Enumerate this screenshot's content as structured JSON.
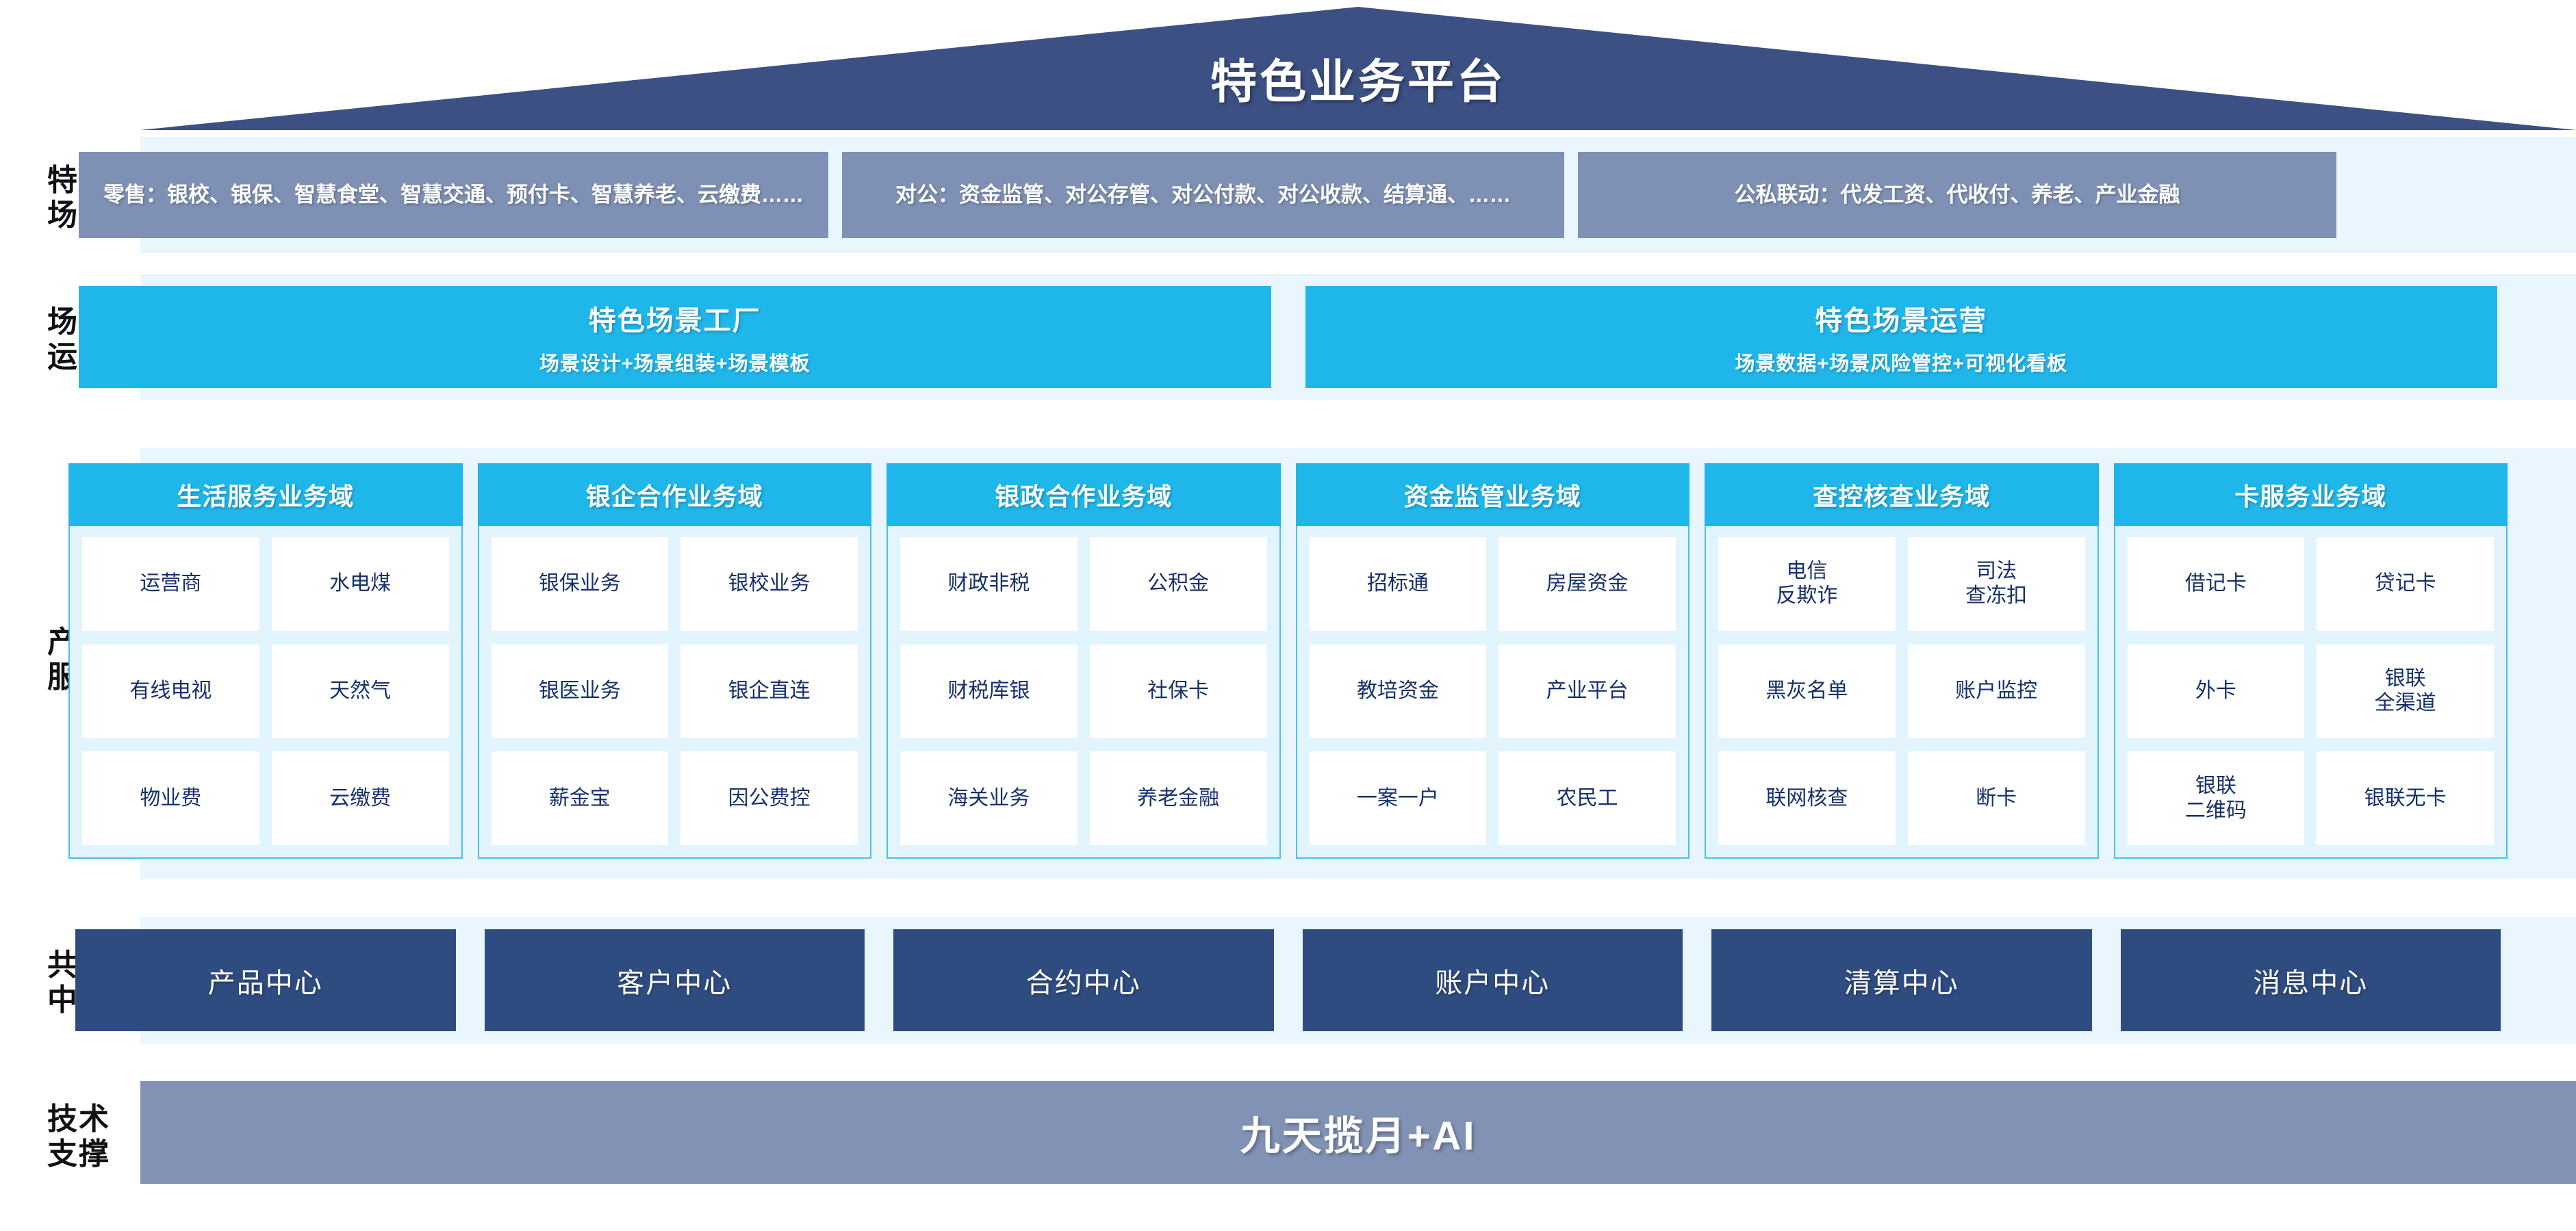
{
  "header": {
    "title": "特色业务平台"
  },
  "rows": {
    "scenarios": {
      "label": "特色\n场景",
      "items": [
        {
          "text": "零售：银校、银保、智慧食堂、智慧交通、预付卡、智慧养老、云缴费……"
        },
        {
          "text": "对公：资金监管、对公存管、对公付款、对公收款、结算通、……"
        },
        {
          "text": "公私联动：代发工资、代收付、养老、产业金融"
        }
      ]
    },
    "operations": {
      "label": "场景\n运营",
      "items": [
        {
          "title": "特色场景工厂",
          "subtitle": "场景设计+场景组装+场景模板"
        },
        {
          "title": "特色场景运营",
          "subtitle": "场景数据+场景风险管控+可视化看板"
        }
      ]
    },
    "products": {
      "label": "产品\n服务",
      "domains": [
        {
          "title": "生活服务业务域",
          "cells": [
            "运营商",
            "水电煤",
            "有线电视",
            "天然气",
            "物业费",
            "云缴费"
          ]
        },
        {
          "title": "银企合作业务域",
          "cells": [
            "银保业务",
            "银校业务",
            "银医业务",
            "银企直连",
            "薪金宝",
            "因公费控"
          ]
        },
        {
          "title": "银政合作业务域",
          "cells": [
            "财政非税",
            "公积金",
            "财税库银",
            "社保卡",
            "海关业务",
            "养老金融"
          ]
        },
        {
          "title": "资金监管业务域",
          "cells": [
            "招标通",
            "房屋资金",
            "教培资金",
            "产业平台",
            "一案一户",
            "农民工"
          ]
        },
        {
          "title": "查控核查业务域",
          "cells": [
            "电信\n反欺诈",
            "司法\n查冻扣",
            "黑灰名单",
            "账户监控",
            "联网核查",
            "断卡"
          ]
        },
        {
          "title": "卡服务业务域",
          "cells": [
            "借记卡",
            "贷记卡",
            "外卡",
            "银联\n全渠道",
            "银联\n二维码",
            "银联无卡"
          ]
        }
      ]
    },
    "centers": {
      "label": "共享\n中心",
      "items": [
        "产品中心",
        "客户中心",
        "合约中心",
        "账户中心",
        "清算中心",
        "消息中心"
      ]
    },
    "tech": {
      "label": "技术\n支撑",
      "bar_text": "九天揽月+AI"
    }
  },
  "colors": {
    "roof_navy": "#3c5084",
    "panel_bg": "#e9f6fd",
    "scenario_slate": "#7e90b4",
    "cyan": "#1fb6ea",
    "center_navy": "#2f4c81",
    "tech_slate": "#8292b5",
    "cell_text": "#16306b"
  }
}
